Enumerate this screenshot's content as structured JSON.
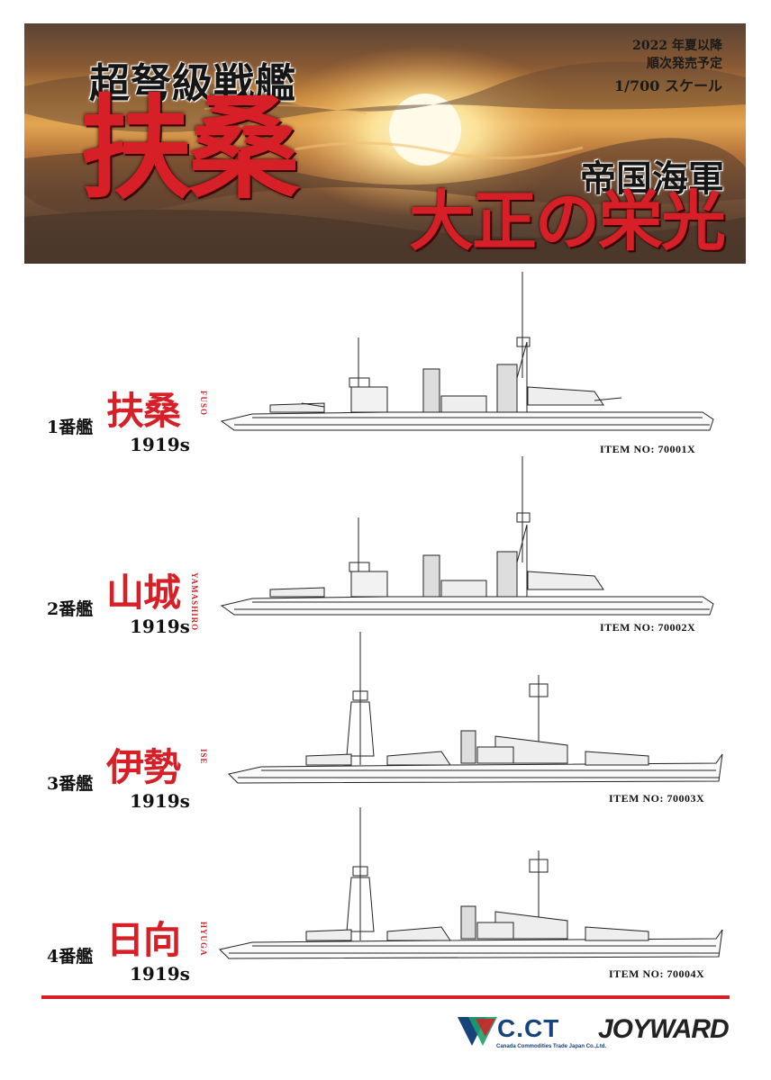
{
  "banner": {
    "subtitle": "超弩級戦艦",
    "class_name": "扶桑",
    "release_date": "2022 年夏以降",
    "release_note": "順次発売予定",
    "scale": "1/700 スケール",
    "navy": "帝国海軍",
    "motto": "大正の栄光"
  },
  "ships": [
    {
      "number": "1番艦",
      "name": "扶桑",
      "romaji": "FUSO",
      "year": "1919s",
      "item": "ITEM NO: 70001X"
    },
    {
      "number": "2番艦",
      "name": "山城",
      "romaji": "YAMASHIRO",
      "year": "1919s",
      "item": "ITEM NO: 70002X"
    },
    {
      "number": "3番艦",
      "name": "伊勢",
      "romaji": "ISE",
      "year": "1919s",
      "item": "ITEM NO: 70003X"
    },
    {
      "number": "4番艦",
      "name": "日向",
      "romaji": "HYUGA",
      "year": "1919s",
      "item": "ITEM NO: 70004X"
    }
  ],
  "footer": {
    "cct_logo": "C.CT",
    "cct_full": "Canada Commodities Trade Japan Co.,Ltd.",
    "joyward_logo": "JOYWARD"
  },
  "colors": {
    "accent": "#d61f26",
    "cct_blue": "#17437d",
    "cct_green": "#1e9e6a"
  }
}
